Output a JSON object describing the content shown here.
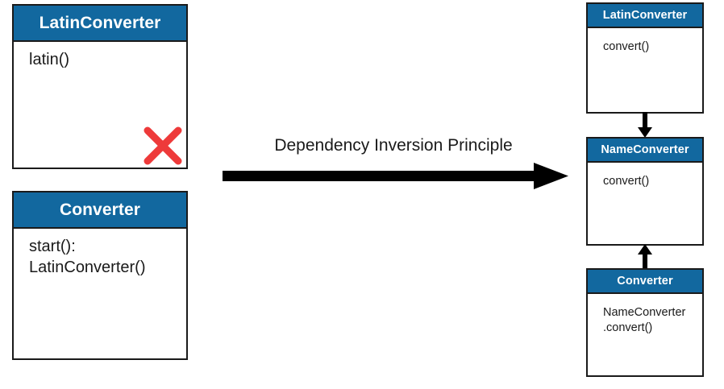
{
  "diagram": {
    "title": "Dependency Inversion Principle",
    "colors": {
      "header_blue": "#12689F",
      "border_black": "#1A1A1A",
      "body_white": "#FFFFFF",
      "mark_red": "#EE3A3A",
      "arrow_black": "#000000"
    },
    "transition_label": "Dependency Inversion Principle",
    "before": {
      "classes": [
        {
          "name": "LatinConverter",
          "members": "latin()",
          "marker": "red-x-mark"
        },
        {
          "name": "Converter",
          "members": "start():\nLatinConverter()"
        }
      ]
    },
    "after": {
      "classes": [
        {
          "name": "LatinConverter",
          "members": "convert()"
        },
        {
          "name": "NameConverter",
          "members": "convert()"
        },
        {
          "name": "Converter",
          "members": "NameConverter\n.convert()"
        }
      ],
      "relations": [
        {
          "from": "LatinConverter",
          "to": "NameConverter",
          "direction": "down"
        },
        {
          "from": "Converter",
          "to": "NameConverter",
          "direction": "up"
        }
      ]
    }
  }
}
